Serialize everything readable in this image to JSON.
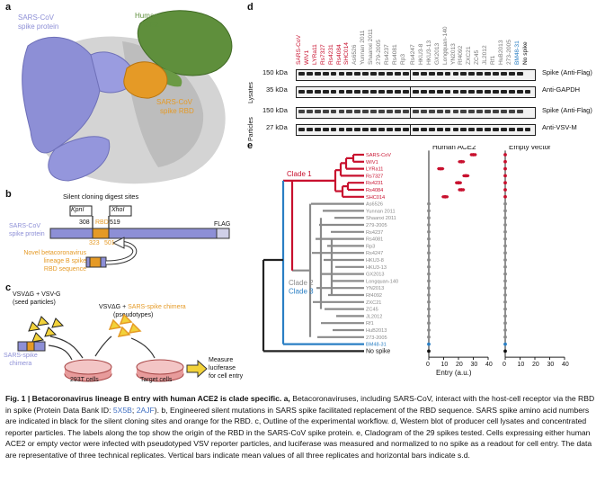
{
  "panels": {
    "a": "a",
    "b": "b",
    "c": "c",
    "d": "d",
    "e": "e"
  },
  "a": {
    "spike": "SARS-CoV\nspike protein",
    "ace2": "Human\nACE2",
    "rbd": "SARS-CoV\nspike RBD",
    "colors": {
      "spike": "#8d8fd6",
      "ace2": "#5f8f3c",
      "rbd": "#e59a26"
    }
  },
  "b": {
    "title": "Silent cloning digest sites",
    "kpni": "KpnI",
    "xhoi": "XhoI",
    "n308": "308",
    "n501": "501",
    "n519": "519",
    "n323": "323",
    "rbd": "RBD",
    "spike_label": "SARS-CoV\nspike protein",
    "flag": "FLAG",
    "novel": "Novel betacoronavirus\nlineage B spike\nRBD sequence"
  },
  "c": {
    "seed": "VSVΔG + VSV-G\n(seed particles)",
    "chimera_title_1": "VSVΔG + ",
    "chimera_title_2": "SARS-spike chimera",
    "pseudo": "(pseudotypes)",
    "sars_chimera": "SARS-spike\nchimera",
    "cells293": "293T cells",
    "target": "Target cells",
    "measure": "Measure\nluciferase\nfor cell entry"
  },
  "d": {
    "lanes_left": [
      "SARS-CoV",
      "WIV1",
      "LYRa11",
      "Rs7327",
      "Rs4231",
      "Rs4084",
      "SHC014",
      "As6526",
      "Yunnan 2011",
      "Shaanxi 2011",
      "279-2005",
      "Rs4237",
      "Rs4081",
      "Rp3"
    ],
    "lanes_right": [
      "Rs4247",
      "HKU3-8",
      "HKU3-13",
      "GX2013",
      "Longquan-140",
      "YN2013",
      "Rf4092",
      "ZXC21",
      "ZC45",
      "JL2012",
      "Rf1",
      "HuB2013",
      "273-2005",
      "BM48-31",
      "No spike"
    ],
    "left_red_count": 7,
    "lysates": "Lysates",
    "particles": "Particles",
    "kda": [
      "150 kDa",
      "35 kDa",
      "150 kDa",
      "27 kDa"
    ],
    "rows": [
      "Spike (Anti-Flag)",
      "Anti-GAPDH",
      "Spike (Anti-Flag)",
      "Anti-VSV-M"
    ]
  },
  "e": {
    "ace2_title": "Human ACE2",
    "empty_title": "Empty vector",
    "clade1": "Clade 1",
    "clade2": "Clade 2",
    "clade3": "Clade 3",
    "xlabel": "Entry (a.u.)",
    "ticks_ace2": [
      "0",
      "10",
      "20",
      "30",
      "40"
    ],
    "ticks_empty": [
      "0",
      "10",
      "20",
      "30",
      "40"
    ],
    "taxa": [
      "SARS-CoV",
      "WIV1",
      "LYRa11",
      "Rs7327",
      "Rs4231",
      "Rs4084",
      "SHC014",
      "As6526",
      "Yunnan 2011",
      "Shaanxi 2011",
      "279-2005",
      "Rs4237",
      "Rs4081",
      "Rp3",
      "Rs4247",
      "HKU3-8",
      "HKU3-13",
      "GX2013",
      "Longquan-140",
      "YN2013",
      "Rf4092",
      "ZXC21",
      "ZC45",
      "JL2012",
      "Rf1",
      "HuB2013",
      "273-2005",
      "BM48-31",
      "No spike"
    ],
    "entry_ace2": [
      30,
      22,
      8,
      25,
      20,
      22,
      11,
      0,
      0,
      0,
      0,
      0,
      0,
      0,
      0,
      0,
      0,
      0,
      0,
      0,
      0,
      0,
      0,
      0,
      0,
      0,
      0,
      0,
      0
    ],
    "clade_colors": {
      "c1": "#c8102e",
      "c2": "#8a8a8a",
      "c3": "#2a7fc4"
    }
  },
  "caption": {
    "fig": "Fig. 1 | Betacoronavirus lineage B entry with human ACE2 is clade specific.",
    "a_text": " Betacoronaviruses, including SARS-CoV, interact with the host-cell receptor via the RBD in spike (Protein Data Bank ID: ",
    "pdb1": "5X5B",
    "sep": "; ",
    "pdb2": "2AJF",
    "b_text": "). b, Engineered silent mutations in SARS spike facilitated replacement of the RBD sequence. SARS spike amino acid numbers are indicated in black for the silent cloning sites and orange for the RBD. c, Outline of the experimental workflow. d, Western blot of producer cell lysates and concentrated reporter particles. The labels along the top show the origin of the RBD in the SARS-CoV spike protein. e, Cladogram of the 29 spikes tested. Cells expressing either human ACE2 or empty vector were infected with pseudotyped VSV reporter particles, and luciferase was measured and normalized to no spike as a readout for cell entry. The data are representative of three technical replicates. Vertical bars indicate mean values of all three replicates and horizontal bars indicate s.d.",
    "a_letter": "a,"
  }
}
